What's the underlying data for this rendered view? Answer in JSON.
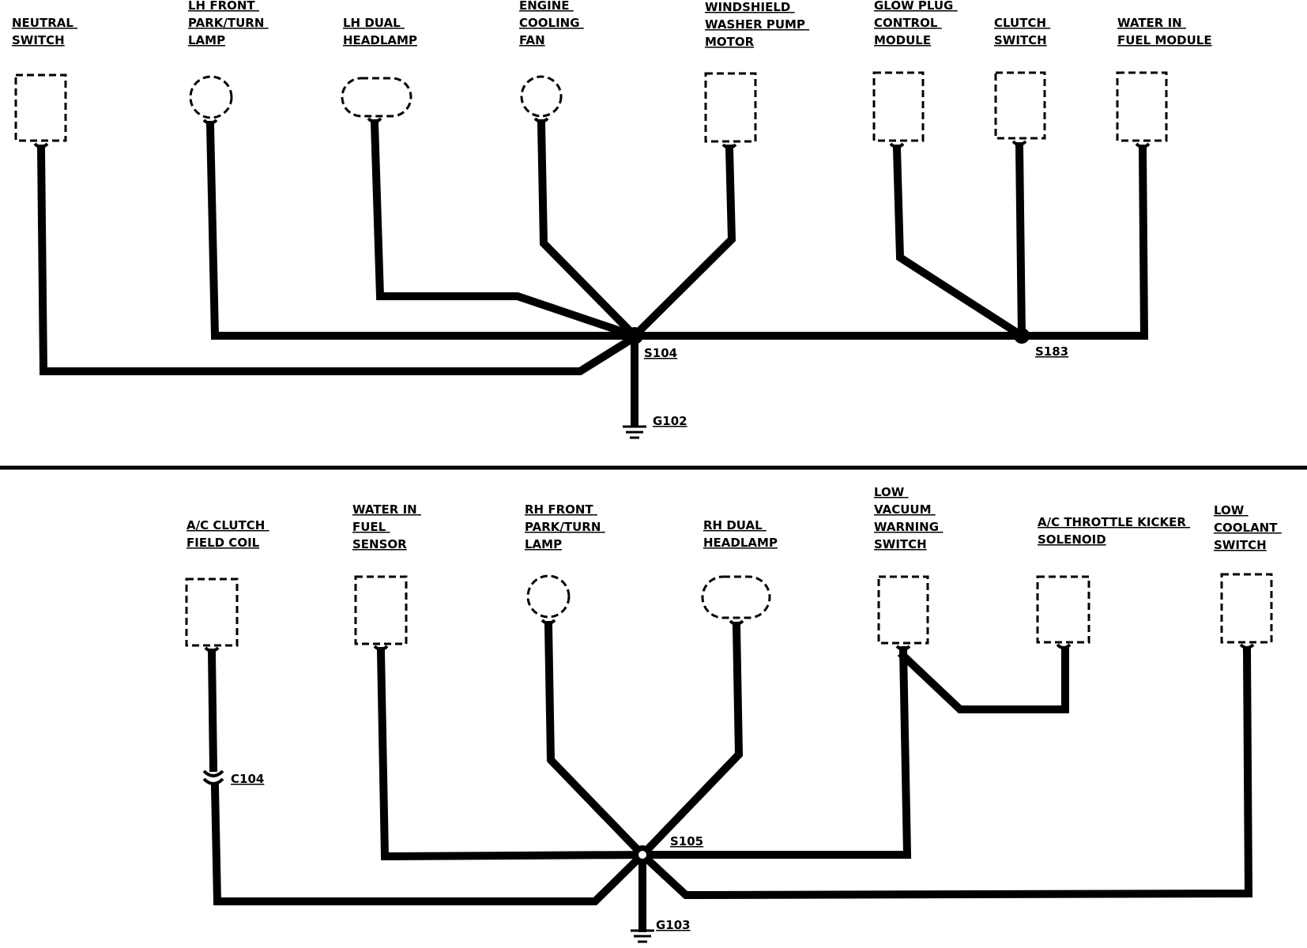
{
  "top": {
    "components": [
      {
        "id": "neutral-switch",
        "lines": [
          "NEUTRAL",
          "SWITCH"
        ]
      },
      {
        "id": "lh-front-park-turn-lamp",
        "lines": [
          "LH FRONT",
          "PARK/TURN",
          "LAMP"
        ]
      },
      {
        "id": "lh-dual-headlamp",
        "lines": [
          "LH DUAL",
          "HEADLAMP"
        ]
      },
      {
        "id": "engine-cooling-fan",
        "lines": [
          "ENGINE",
          "COOLING",
          "FAN"
        ]
      },
      {
        "id": "windshield-washer-pump-motor",
        "lines": [
          "WINDSHIELD",
          "WASHER PUMP",
          "MOTOR"
        ]
      },
      {
        "id": "glow-plug-control-module",
        "lines": [
          "GLOW PLUG",
          "CONTROL",
          "MODULE"
        ]
      },
      {
        "id": "clutch-switch",
        "lines": [
          "CLUTCH",
          "SWITCH"
        ]
      },
      {
        "id": "water-in-fuel-module",
        "lines": [
          "WATER IN",
          "FUEL MODULE"
        ]
      }
    ],
    "splices": [
      "S104",
      "S183"
    ],
    "ground": "G102"
  },
  "bottom": {
    "components": [
      {
        "id": "ac-clutch-field-coil",
        "lines": [
          "A/C CLUTCH",
          "FIELD COIL"
        ]
      },
      {
        "id": "water-in-fuel-sensor",
        "lines": [
          "WATER IN",
          "FUEL",
          "SENSOR"
        ]
      },
      {
        "id": "rh-front-park-turn-lamp",
        "lines": [
          "RH FRONT",
          "PARK/TURN",
          "LAMP"
        ]
      },
      {
        "id": "rh-dual-headlamp",
        "lines": [
          "RH DUAL",
          "HEADLAMP"
        ]
      },
      {
        "id": "low-vacuum-warning-switch",
        "lines": [
          "LOW",
          "VACUUM",
          "WARNING",
          "SWITCH"
        ]
      },
      {
        "id": "ac-throttle-kicker-solenoid",
        "lines": [
          "A/C THROTTLE KICKER",
          "SOLENOID"
        ]
      },
      {
        "id": "low-coolant-switch",
        "lines": [
          "LOW",
          "COOLANT",
          "SWITCH"
        ]
      }
    ],
    "connector": "C104",
    "splice": "S105",
    "ground": "G103"
  }
}
